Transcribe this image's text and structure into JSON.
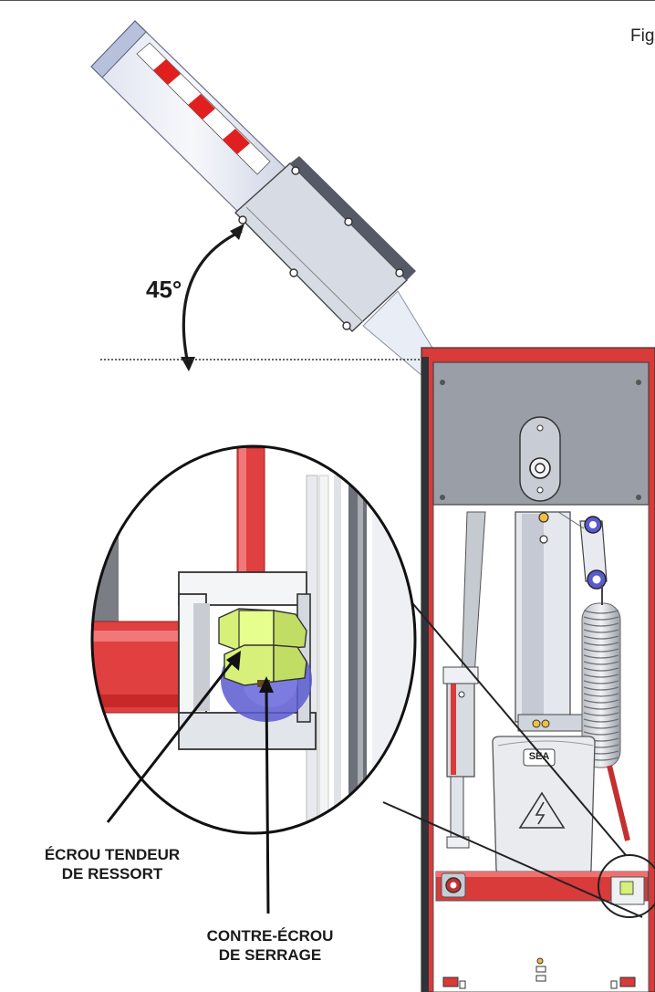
{
  "figure": {
    "label": "Fig"
  },
  "angle": {
    "value": "45°"
  },
  "callouts": {
    "tension_nut": {
      "line1": "ÉCROU TENDEUR",
      "line2": "DE RESSORT"
    },
    "lock_nut": {
      "line1": "CONTRE-ÉCROU",
      "line2": "DE SERRAGE"
    }
  },
  "logo": {
    "text": "SEA"
  },
  "colors": {
    "housing_red": "#d93a3a",
    "cover_gray": "#9a9ea6",
    "nut_yellow": "#d6f07a",
    "bolt_blue": "#5a5ad0",
    "stripe_red": "#e02020"
  }
}
